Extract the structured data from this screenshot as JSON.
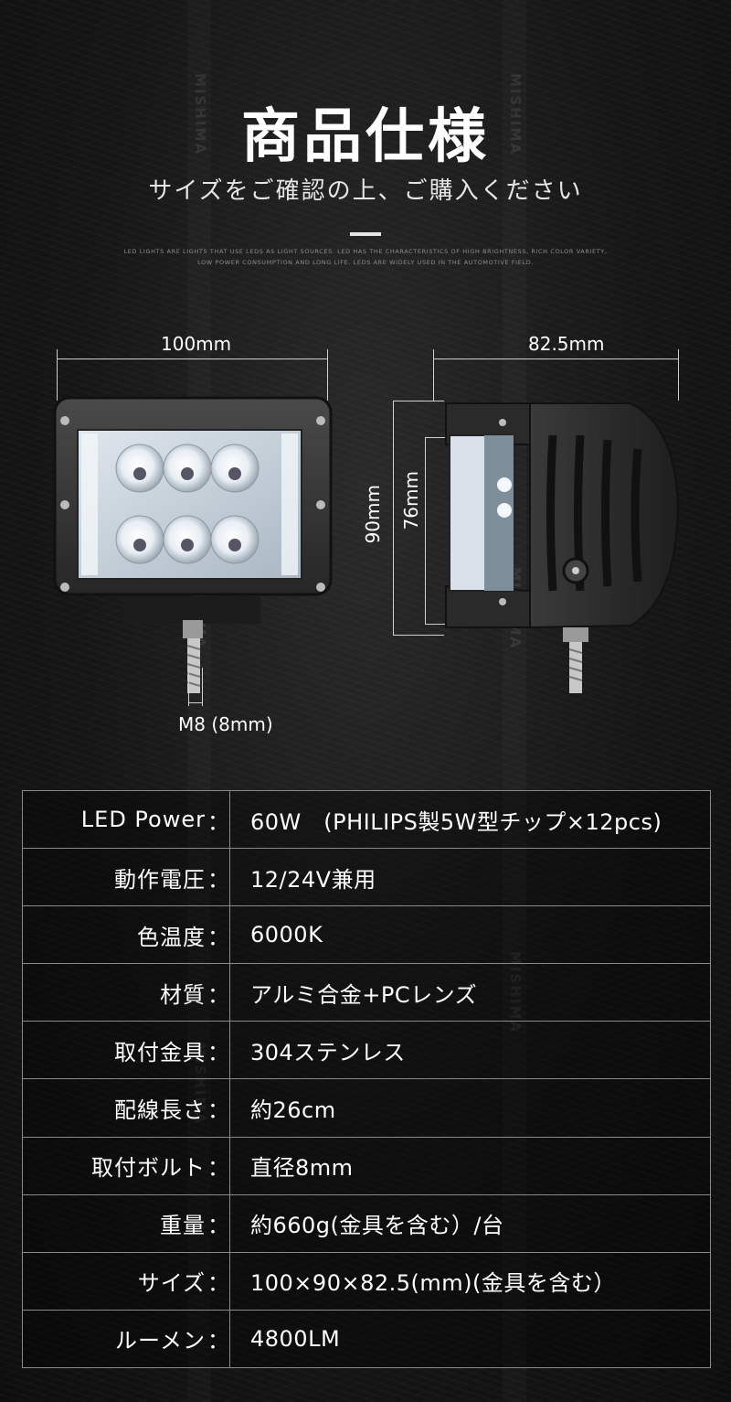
{
  "header": {
    "title": "商品仕様",
    "subtitle": "サイズをご確認の上、ご購入ください",
    "tagline_1": "LED LIGHTS ARE LIGHTS THAT USE LEDS AS LIGHT SOURCES. LED HAS THE CHARACTERISTICS OF HIGH BRIGHTNESS, RICH COLOR VARIETY,",
    "tagline_2": "LOW POWER CONSUMPTION AND LONG LIFE. LEDS ARE WIDELY USED IN THE AUTOMOTIVE FIELD."
  },
  "watermark": "MISHIMA",
  "dimensions": {
    "front_width": "100mm",
    "side_depth": "82.5mm",
    "height_total": "90mm",
    "height_body": "76mm",
    "bolt": "M8 (8mm)"
  },
  "specs": [
    {
      "label": "LED Power",
      "value": "60W　(PHILIPS製5W型チップ×12pcs)"
    },
    {
      "label": "動作電圧",
      "value": "12/24V兼用"
    },
    {
      "label": "色温度",
      "value": "6000K"
    },
    {
      "label": "材質",
      "value": "アルミ合金+PCレンズ"
    },
    {
      "label": "取付金具",
      "value": "304ステンレス"
    },
    {
      "label": "配線長さ",
      "value": "約26cm"
    },
    {
      "label": "取付ボルト",
      "value": "直径8mm"
    },
    {
      "label": "重量",
      "value": "約660g(金具を含む）/台"
    },
    {
      "label": "サイズ",
      "value": "100×90×82.5(mm)(金具を含む）"
    },
    {
      "label": "ルーメン",
      "value": "4800LM"
    }
  ],
  "colon": "：",
  "colors": {
    "background": "#141414",
    "text": "#ffffff",
    "rule": "#8a8a8a"
  }
}
